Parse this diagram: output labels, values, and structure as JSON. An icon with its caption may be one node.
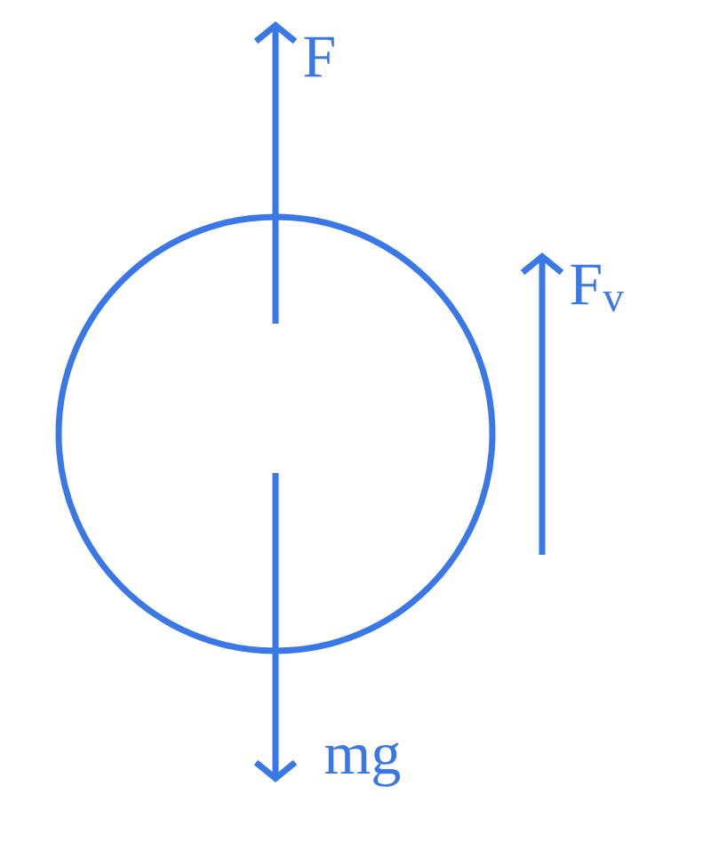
{
  "diagram": {
    "nodes": [
      {
        "text": [],
        "shape": "circle"
      }
    ],
    "labels": [
      "F",
      "F$_{v}$",
      "mg"
    ]
  }
}
